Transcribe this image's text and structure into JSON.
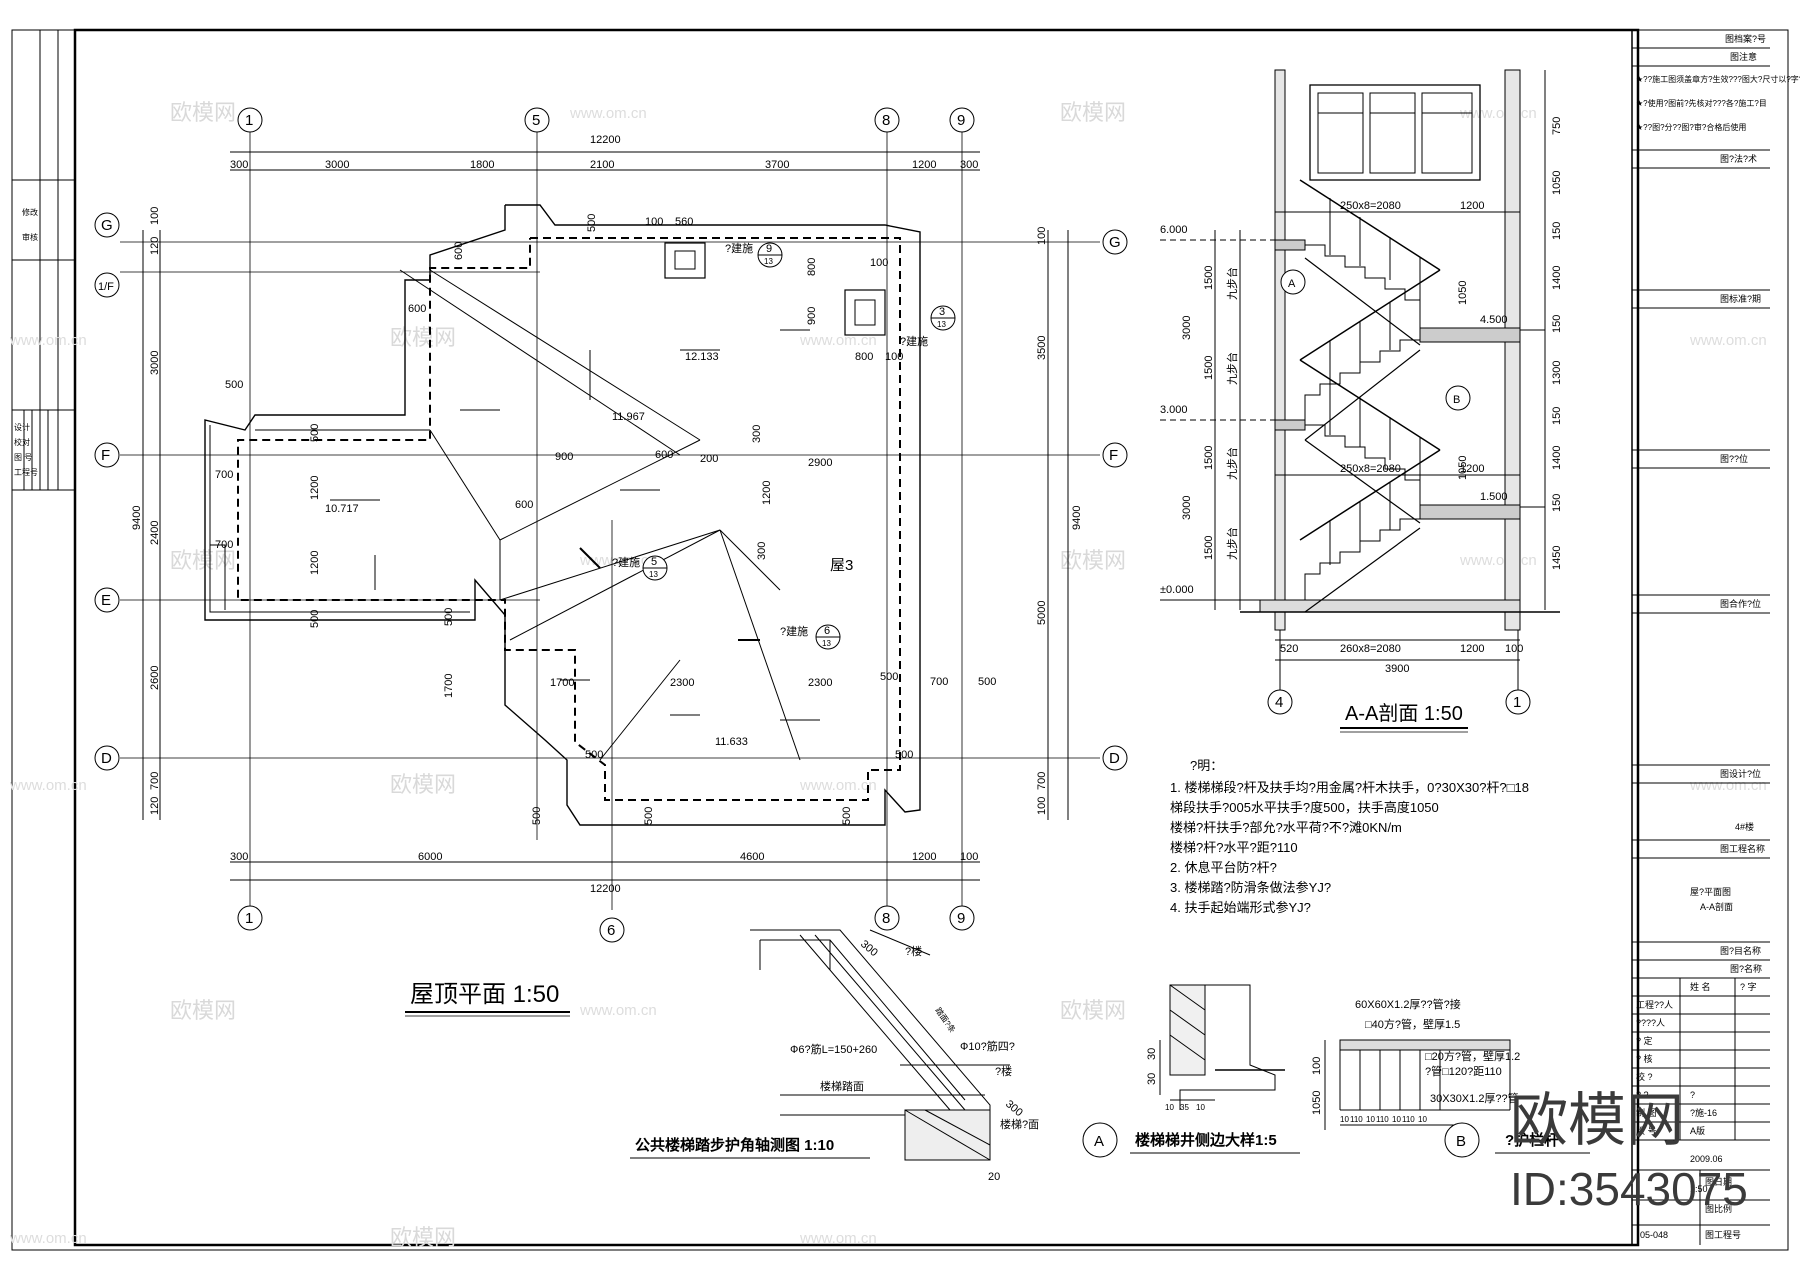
{
  "watermarks": {
    "brand": "欧模网",
    "url": "www.om.cn",
    "corner_brand": "欧模网",
    "corner_id": "ID:3543075"
  },
  "plan": {
    "title": "屋顶平面 1:50",
    "grid_top": [
      "1",
      "5",
      "8",
      "9"
    ],
    "grid_bottom": [
      "1",
      "6",
      "8",
      "9"
    ],
    "grid_left": [
      "G",
      "1/F",
      "F",
      "E",
      "D"
    ],
    "grid_right": [
      "G",
      "F",
      "D"
    ],
    "dims_top_total": "12200",
    "dims_top": [
      "300",
      "3000",
      "1800",
      "2100",
      "3700",
      "1200",
      "300"
    ],
    "dims_bottom_total": "12200",
    "dims_bottom": [
      "300",
      "6000",
      "4600",
      "1200",
      "100"
    ],
    "dims_left_total": "9400",
    "dims_left": [
      "100",
      "120",
      "3000",
      "2400",
      "2600",
      "700",
      "120"
    ],
    "dims_right_total": "9400",
    "dims_right": [
      "100",
      "3500",
      "5000",
      "700",
      "100"
    ],
    "elevations": [
      "12.133",
      "11.967",
      "10.717",
      "11.633"
    ],
    "room_label": "屋3",
    "interior_dims": [
      "500",
      "600",
      "100",
      "560",
      "500",
      "600",
      "800",
      "900",
      "100",
      "800",
      "100",
      "500",
      "900",
      "600",
      "200",
      "300",
      "2900",
      "1200",
      "700",
      "600",
      "1200",
      "700",
      "1200",
      "500",
      "300",
      "500",
      "1700",
      "1700",
      "2300",
      "2300",
      "500",
      "700",
      "500",
      "500",
      "500",
      "500",
      "500",
      "500"
    ],
    "refs": [
      {
        "note": "?建施",
        "num": "9",
        "sheet": "13"
      },
      {
        "note": "?建施",
        "num": "3",
        "sheet": "13"
      },
      {
        "note": "?建施",
        "num": "5",
        "sheet": "13"
      },
      {
        "note": "?建施",
        "num": "6",
        "sheet": "13"
      }
    ]
  },
  "section": {
    "title": "A-A剖面 1:50",
    "levels": [
      "6.000",
      "4.500",
      "3.000",
      "1.500",
      "±0.000"
    ],
    "top_run": "250x8=2080",
    "mid_run": "250x8=2080",
    "bottom_dims": [
      "520",
      "260x8=2080",
      "1200",
      "100"
    ],
    "bottom_total": "3900",
    "axis_left": "4",
    "axis_right": "1",
    "top_dim": "1200",
    "mid_dim": "1200",
    "left_dims": [
      "1500",
      "1500",
      "1500",
      "1500",
      "3000",
      "3000"
    ],
    "right_dims": [
      "750",
      "1050",
      "150",
      "1400",
      "150",
      "1300",
      "150",
      "1400",
      "150",
      "1450"
    ],
    "flight_label": "九步台",
    "rail_dims": [
      "1050",
      "1050"
    ],
    "callouts": [
      "A",
      "B"
    ]
  },
  "notes": {
    "heading": "?明：",
    "items": [
      "1. 楼梯梯段?杆及扶手均?用金属?杆木扶手，0?30X30?杆?□18",
      "   梯段扶手?005水平扶手?度500，扶手高度1050",
      "   楼梯?杆扶手?部允?水平荷?不?滩0KN/m",
      "   楼梯?杆?水平?距?110",
      "2. 休息平台防?杆?",
      "3. 楼梯踏?防滑条做法参YJ?",
      "4. 扶手起始端形式参YJ?"
    ]
  },
  "detail1": {
    "title": "公共楼梯踏步护角轴测图 1:10",
    "labels": [
      "?楼",
      "踏面?条",
      "Ф6?筋L=150+260",
      "Ф10?筋四?",
      "?楼",
      "楼梯踏面",
      "楼梯?面"
    ],
    "dims": [
      "300",
      "300",
      "20"
    ]
  },
  "detailA": {
    "callout": "A",
    "title": "楼梯梯井侧边大样1:5",
    "dims": [
      "30",
      "30",
      "10",
      "35",
      "10"
    ]
  },
  "detailB": {
    "callout": "B",
    "title": "?护栏杆",
    "labels": [
      "60X60X1.2厚??管?接",
      "□40方?管，壁厚1.5",
      "□20方?管，壁厚1.2",
      "?管□120?距110",
      "30X30X1.2厚??管"
    ],
    "dims": [
      "100",
      "1050",
      "10",
      "110",
      "10",
      "110",
      "10",
      "110",
      "10"
    ]
  },
  "titleblock": {
    "rows": [
      "图档案?号",
      "图注意",
      "图?法?术",
      "图标准?期",
      "图??位",
      "图合作?位",
      "图设计?位",
      "图工程名称",
      "图?目名称",
      "图?名称",
      "图?署"
    ],
    "notes": [
      "★??施工图须盖章方?生效???图大?尺寸以?字???",
      "★?使用?图前?先核对???各?施工?目",
      "★??图?分??图?审?合格后使用"
    ],
    "project_val": "4#楼",
    "drawing_names": [
      "屋?平面图",
      "A-A剖面"
    ],
    "sign_header": [
      "姓 名",
      "?  字"
    ],
    "sign_rows": [
      "工程??人",
      "????人",
      "?  定",
      "?  核",
      "校  ?",
      "?  ?",
      "制  图"
    ],
    "scale_vals": [
      "?",
      "?施-16",
      "A版"
    ],
    "version": "版 号",
    "date": "2009.06",
    "scale": "1:50",
    "date_label": "图日期",
    "scale_label": "图比例",
    "job_no": "05-048",
    "job_label": "图工程号"
  },
  "left_strip": {
    "labels": [
      "修改",
      "审核",
      "设计",
      "校对",
      "图 号",
      "工程号"
    ]
  }
}
